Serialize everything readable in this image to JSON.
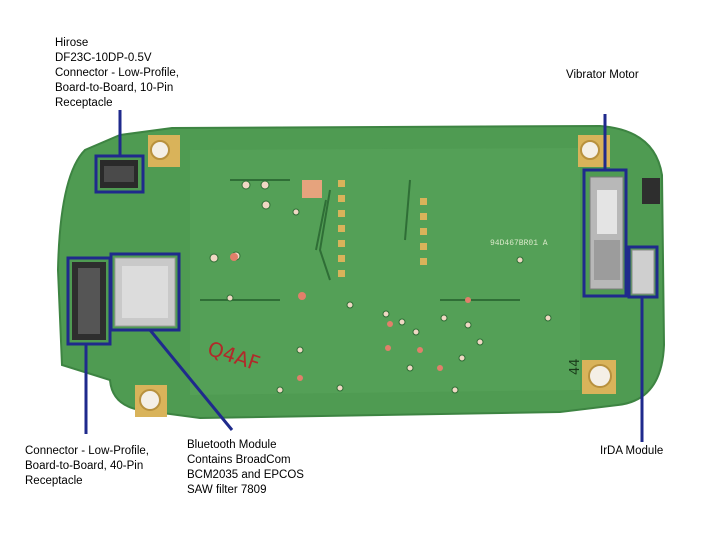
{
  "colors": {
    "board": "#4f9b52",
    "board_dark": "#3d8442",
    "callout": "#1f2a8c",
    "pad_gold": "#d9b35a",
    "text": "#000000",
    "background": "#ffffff"
  },
  "board_markings": {
    "code": "94D467BR01 A",
    "handwriting": "Q4AF",
    "number": "44"
  },
  "labels": [
    {
      "id": "hirose",
      "lines": [
        "Hirose",
        "DF23C-10DP-0.5V",
        "Connector - Low-Profile,",
        "Board-to-Board, 10-Pin",
        "Receptacle"
      ]
    },
    {
      "id": "vibrator",
      "lines": [
        "Vibrator Motor"
      ]
    },
    {
      "id": "connector40",
      "lines": [
        "Connector - Low-Profile,",
        "Board-to-Board, 40-Pin",
        "Receptacle"
      ]
    },
    {
      "id": "bluetooth",
      "lines": [
        "Bluetooth Module",
        "Contains BroadCom",
        "BCM2035 and EPCOS",
        "SAW filter 7809"
      ]
    },
    {
      "id": "irda",
      "lines": [
        "IrDA Module"
      ]
    }
  ]
}
